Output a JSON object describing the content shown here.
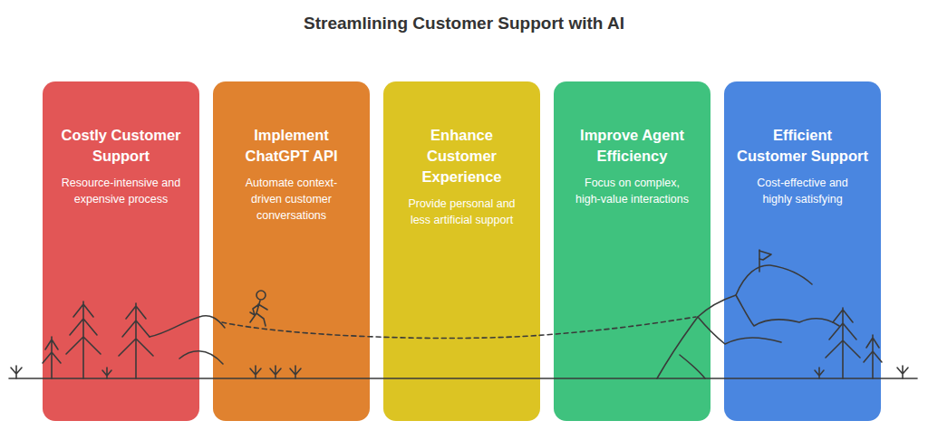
{
  "diagram": {
    "title": "Streamlining Customer Support with AI",
    "nodes": [
      {
        "text": [
          "Costly Customer Support",
          "Resource-intensive and expensive process"
        ]
      },
      {
        "text": [
          "Implement ChatGPT API",
          "Automate context-driven customer conversations"
        ]
      },
      {
        "text": [
          "Enhance Customer Experience",
          "Provide personal and less artificial support"
        ]
      },
      {
        "text": [
          "Improve Agent Efficiency",
          "Focus on complex, high-value interactions"
        ]
      },
      {
        "text": [
          "Efficient Customer Support",
          "Cost-effective and highly satisfying"
        ]
      }
    ]
  }
}
